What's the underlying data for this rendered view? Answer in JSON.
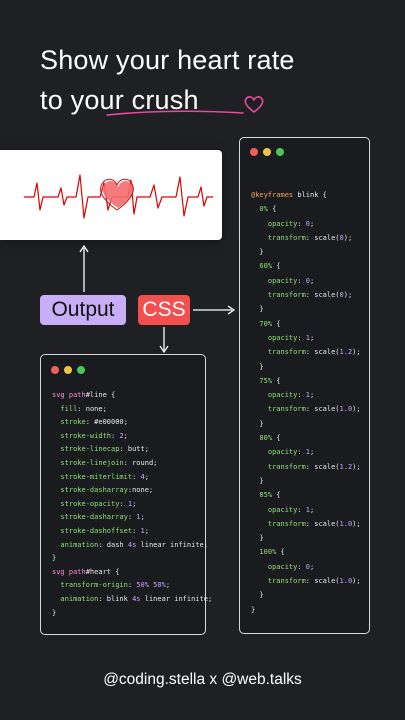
{
  "headline": {
    "line1": "Show your heart rate",
    "line2": "to your crush"
  },
  "labels": {
    "output": "Output",
    "css": "CSS"
  },
  "window_dot_colors": [
    "#f25f58",
    "#f5c04a",
    "#4fc45a"
  ],
  "css_panel": {
    "lines": [
      [
        {
          "t": "svg path",
          "c": "sel"
        },
        {
          "t": "#line {",
          "c": ""
        }
      ],
      [
        {
          "t": "  fill",
          "c": "prop"
        },
        {
          "t": ": none;",
          "c": ""
        }
      ],
      [
        {
          "t": "  stroke",
          "c": "prop"
        },
        {
          "t": ": #e00000;",
          "c": ""
        }
      ],
      [
        {
          "t": "  stroke-width",
          "c": "prop"
        },
        {
          "t": ": ",
          "c": ""
        },
        {
          "t": "2",
          "c": "num"
        },
        {
          "t": ";",
          "c": ""
        }
      ],
      [
        {
          "t": "  stroke-linecap",
          "c": "prop"
        },
        {
          "t": ": butt;",
          "c": ""
        }
      ],
      [
        {
          "t": "  stroke-linejoin",
          "c": "prop"
        },
        {
          "t": ": round;",
          "c": ""
        }
      ],
      [
        {
          "t": "  stroke-miterlimit",
          "c": "prop"
        },
        {
          "t": ": ",
          "c": ""
        },
        {
          "t": "4",
          "c": "num"
        },
        {
          "t": ";",
          "c": ""
        }
      ],
      [
        {
          "t": "  stroke-dasharray",
          "c": "prop"
        },
        {
          "t": ":none;",
          "c": ""
        }
      ],
      [
        {
          "t": "  stroke-opacity",
          "c": "prop"
        },
        {
          "t": ": ",
          "c": ""
        },
        {
          "t": "1",
          "c": "num"
        },
        {
          "t": ";",
          "c": ""
        }
      ],
      [
        {
          "t": "  stroke-dasharray",
          "c": "prop"
        },
        {
          "t": ": ",
          "c": ""
        },
        {
          "t": "1",
          "c": "num"
        },
        {
          "t": ";",
          "c": ""
        }
      ],
      [
        {
          "t": "  stroke-dashoffset",
          "c": "prop"
        },
        {
          "t": ": ",
          "c": ""
        },
        {
          "t": "1",
          "c": "num"
        },
        {
          "t": ";",
          "c": ""
        }
      ],
      [
        {
          "t": "  animation",
          "c": "prop"
        },
        {
          "t": ": dash ",
          "c": ""
        },
        {
          "t": "4s",
          "c": "num"
        },
        {
          "t": " linear infinite;",
          "c": ""
        }
      ],
      [
        {
          "t": "}",
          "c": ""
        }
      ],
      [
        {
          "t": "svg path",
          "c": "sel"
        },
        {
          "t": "#heart {",
          "c": ""
        }
      ],
      [
        {
          "t": "  transform-origin",
          "c": "prop"
        },
        {
          "t": ": ",
          "c": ""
        },
        {
          "t": "50% 50%",
          "c": "num"
        },
        {
          "t": ";",
          "c": ""
        }
      ],
      [
        {
          "t": "  animation",
          "c": "prop"
        },
        {
          "t": ": blink ",
          "c": ""
        },
        {
          "t": "4s",
          "c": "num"
        },
        {
          "t": " linear infinite;",
          "c": ""
        }
      ],
      [
        {
          "t": "}",
          "c": ""
        }
      ]
    ]
  },
  "keyframes_panel": {
    "lines": [
      [
        {
          "t": "@keyframes",
          "c": "kw"
        },
        {
          "t": " blink {",
          "c": ""
        }
      ],
      [
        {
          "t": "  0%",
          "c": "prop"
        },
        {
          "t": " {",
          "c": ""
        }
      ],
      [
        {
          "t": "    opacity",
          "c": "prop"
        },
        {
          "t": ": ",
          "c": ""
        },
        {
          "t": "0",
          "c": "num"
        },
        {
          "t": ";",
          "c": ""
        }
      ],
      [
        {
          "t": "    transform",
          "c": "prop"
        },
        {
          "t": ": scale(",
          "c": ""
        },
        {
          "t": "0",
          "c": "num"
        },
        {
          "t": ");",
          "c": ""
        }
      ],
      [
        {
          "t": "  }",
          "c": ""
        }
      ],
      [
        {
          "t": "  60%",
          "c": "prop"
        },
        {
          "t": " {",
          "c": ""
        }
      ],
      [
        {
          "t": "    opacity",
          "c": "prop"
        },
        {
          "t": ": ",
          "c": ""
        },
        {
          "t": "0",
          "c": "num"
        },
        {
          "t": ";",
          "c": ""
        }
      ],
      [
        {
          "t": "    transform",
          "c": "prop"
        },
        {
          "t": ": scale(",
          "c": ""
        },
        {
          "t": "0",
          "c": "num"
        },
        {
          "t": ");",
          "c": ""
        }
      ],
      [
        {
          "t": "  }",
          "c": ""
        }
      ],
      [
        {
          "t": "  70%",
          "c": "prop"
        },
        {
          "t": " {",
          "c": ""
        }
      ],
      [
        {
          "t": "    opacity",
          "c": "prop"
        },
        {
          "t": ": ",
          "c": ""
        },
        {
          "t": "1",
          "c": "num"
        },
        {
          "t": ";",
          "c": ""
        }
      ],
      [
        {
          "t": "    transform",
          "c": "prop"
        },
        {
          "t": ": scale(",
          "c": ""
        },
        {
          "t": "1.2",
          "c": "num"
        },
        {
          "t": ");",
          "c": ""
        }
      ],
      [
        {
          "t": "  }",
          "c": ""
        }
      ],
      [
        {
          "t": "  75%",
          "c": "prop"
        },
        {
          "t": " {",
          "c": ""
        }
      ],
      [
        {
          "t": "    opacity",
          "c": "prop"
        },
        {
          "t": ": ",
          "c": ""
        },
        {
          "t": "1",
          "c": "num"
        },
        {
          "t": ";",
          "c": ""
        }
      ],
      [
        {
          "t": "    transform",
          "c": "prop"
        },
        {
          "t": ": scale(",
          "c": ""
        },
        {
          "t": "1.0",
          "c": "num"
        },
        {
          "t": ");",
          "c": ""
        }
      ],
      [
        {
          "t": "  }",
          "c": ""
        }
      ],
      [
        {
          "t": "  80%",
          "c": "prop"
        },
        {
          "t": " {",
          "c": ""
        }
      ],
      [
        {
          "t": "    opacity",
          "c": "prop"
        },
        {
          "t": ": ",
          "c": ""
        },
        {
          "t": "1",
          "c": "num"
        },
        {
          "t": ";",
          "c": ""
        }
      ],
      [
        {
          "t": "    transform",
          "c": "prop"
        },
        {
          "t": ": scale(",
          "c": ""
        },
        {
          "t": "1.2",
          "c": "num"
        },
        {
          "t": ");",
          "c": ""
        }
      ],
      [
        {
          "t": "  }",
          "c": ""
        }
      ],
      [
        {
          "t": "  85%",
          "c": "prop"
        },
        {
          "t": " {",
          "c": ""
        }
      ],
      [
        {
          "t": "    opacity",
          "c": "prop"
        },
        {
          "t": ": ",
          "c": ""
        },
        {
          "t": "1",
          "c": "num"
        },
        {
          "t": ";",
          "c": ""
        }
      ],
      [
        {
          "t": "    transform",
          "c": "prop"
        },
        {
          "t": ": scale(",
          "c": ""
        },
        {
          "t": "1.0",
          "c": "num"
        },
        {
          "t": ");",
          "c": ""
        }
      ],
      [
        {
          "t": "  }",
          "c": ""
        }
      ],
      [
        {
          "t": "  100%",
          "c": "prop"
        },
        {
          "t": " {",
          "c": ""
        }
      ],
      [
        {
          "t": "    opacity",
          "c": "prop"
        },
        {
          "t": ": ",
          "c": ""
        },
        {
          "t": "0",
          "c": "num"
        },
        {
          "t": ";",
          "c": ""
        }
      ],
      [
        {
          "t": "    transform",
          "c": "prop"
        },
        {
          "t": ": scale(",
          "c": ""
        },
        {
          "t": "1.0",
          "c": "num"
        },
        {
          "t": ");",
          "c": ""
        }
      ],
      [
        {
          "t": "  }",
          "c": ""
        }
      ],
      [
        {
          "t": "}",
          "c": ""
        }
      ]
    ]
  },
  "footer": {
    "credit": "@coding.stella x @web.talks"
  },
  "colors": {
    "background": "#1f2023",
    "accent_pink": "#e84a9c",
    "heart_red": "#e00000",
    "output_label_bg": "#c7aef6",
    "css_label_bg": "#f24f4f"
  }
}
